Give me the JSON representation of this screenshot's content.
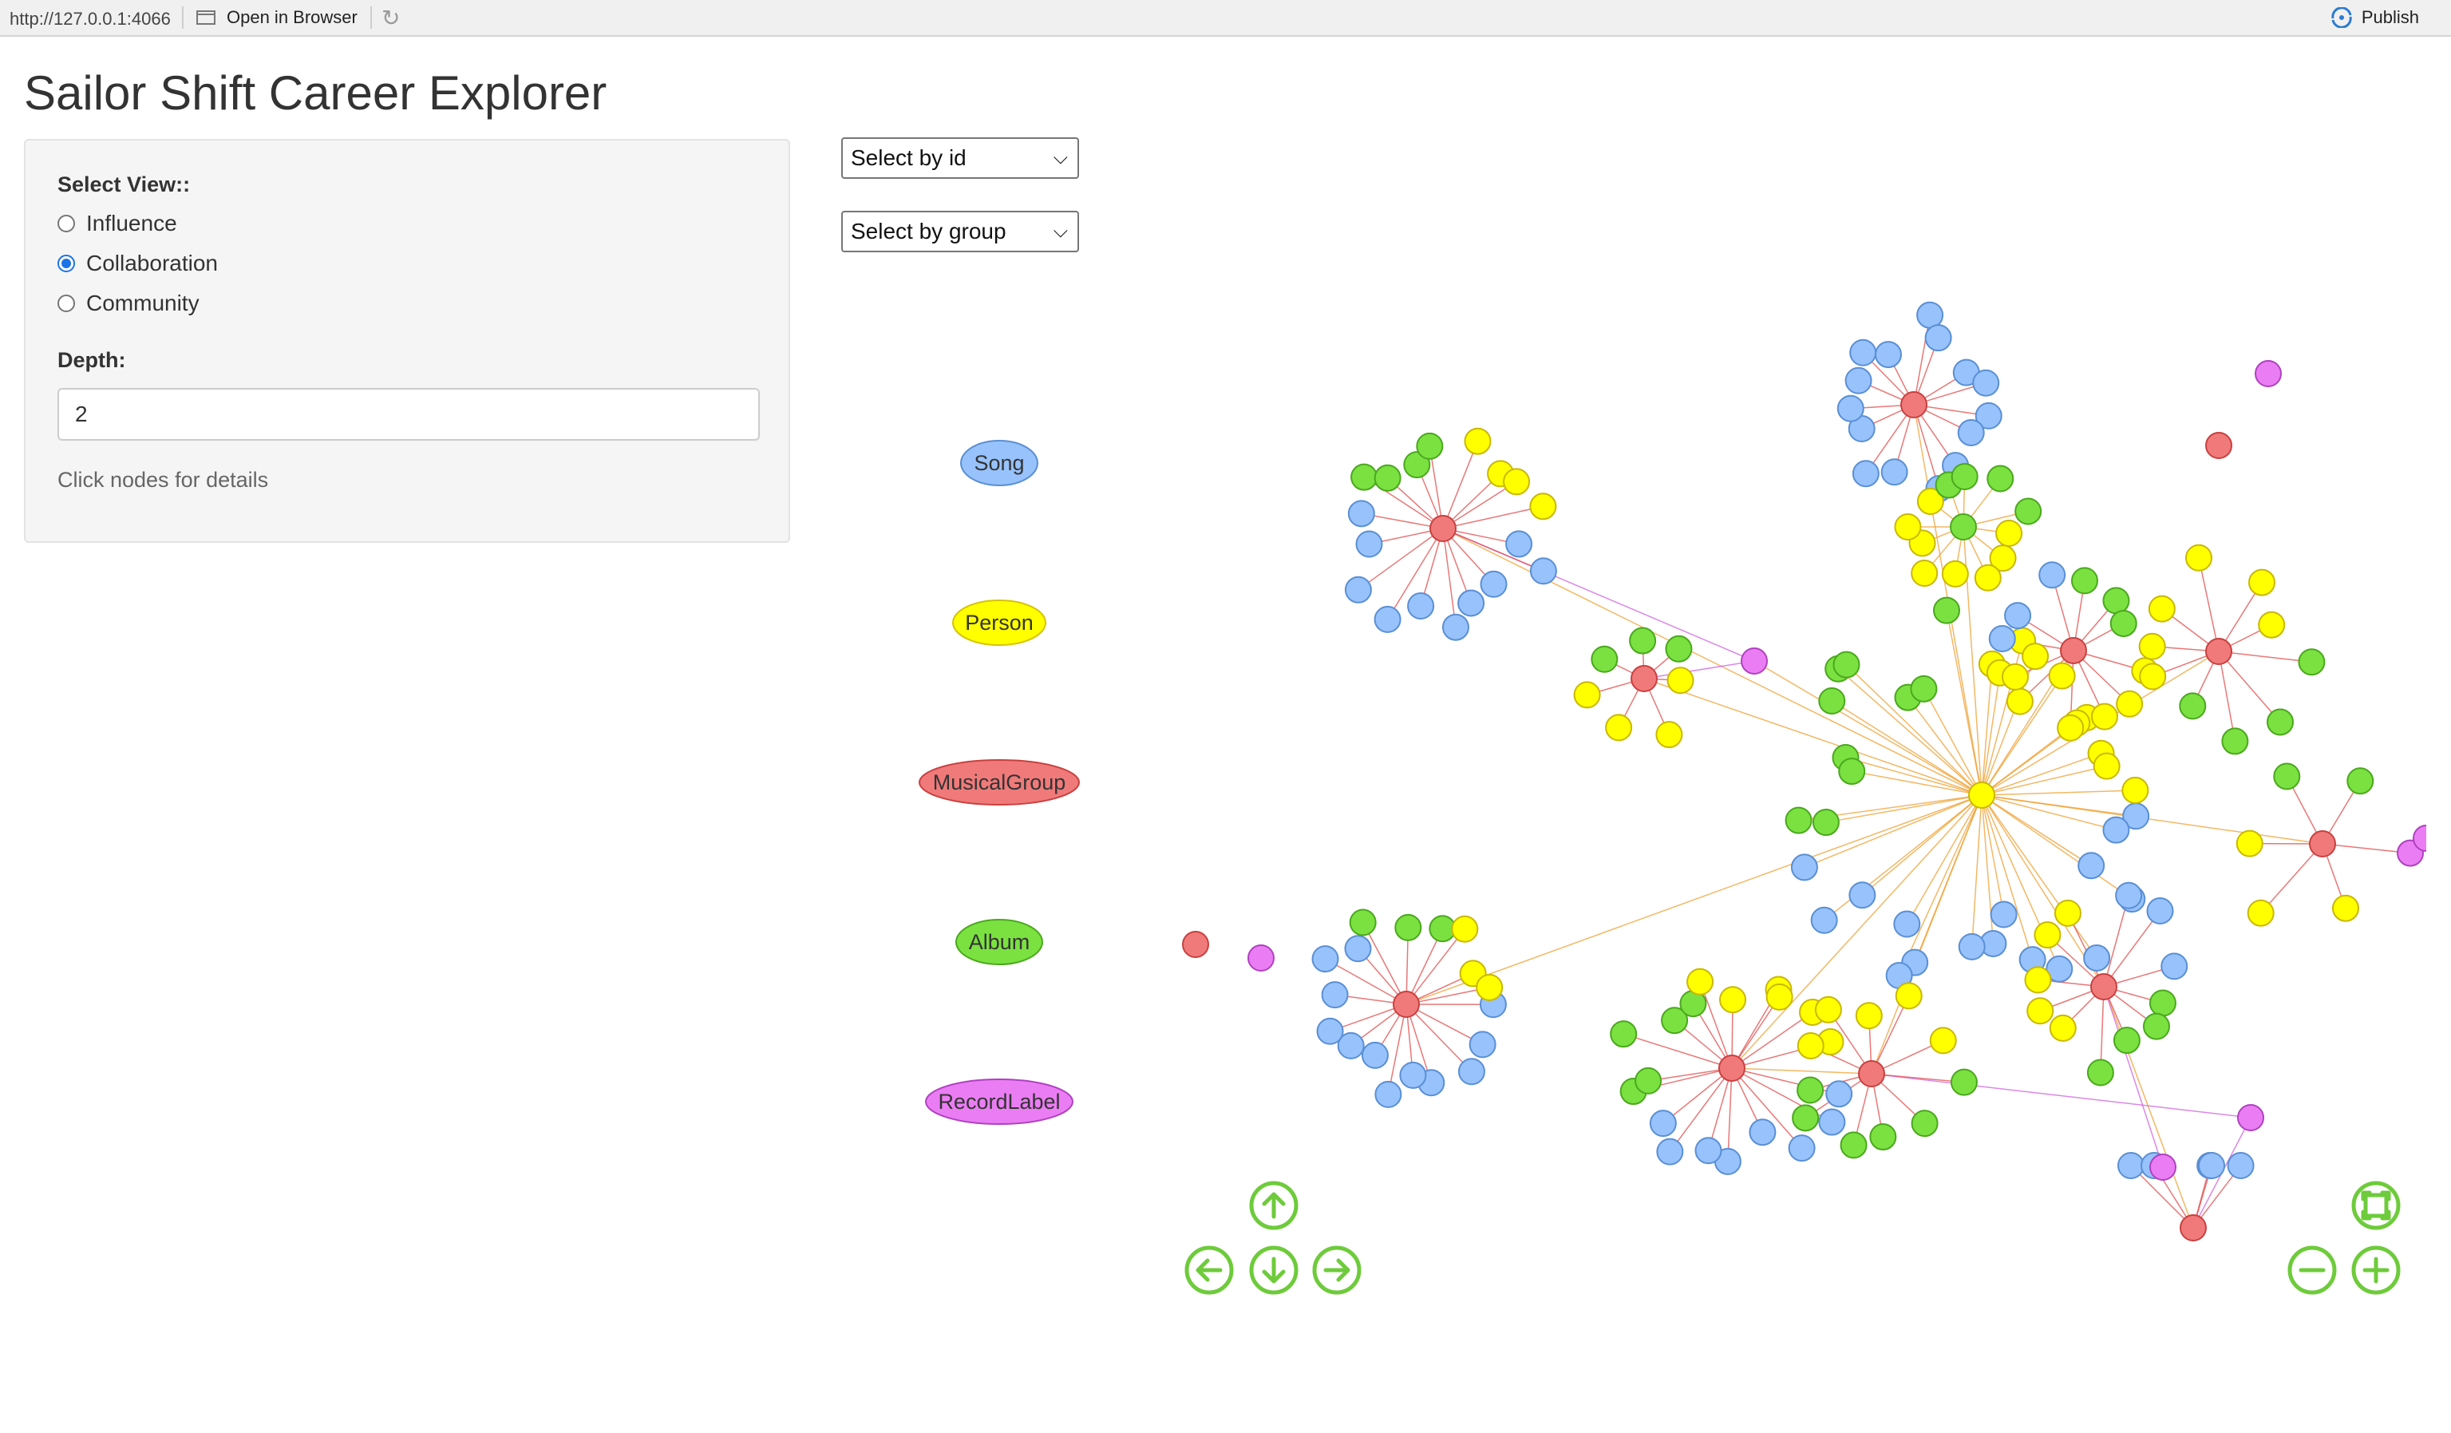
{
  "browser": {
    "url": "http://127.0.0.1:4066",
    "open_in_browser": "Open in Browser",
    "publish": "Publish"
  },
  "app": {
    "title": "Sailor Shift Career Explorer"
  },
  "sidebar": {
    "view_label": "Select View::",
    "view_options": [
      {
        "label": "Influence",
        "selected": false
      },
      {
        "label": "Collaboration",
        "selected": true
      },
      {
        "label": "Community",
        "selected": false
      }
    ],
    "depth_label": "Depth:",
    "depth_value": "2",
    "hint": "Click nodes for details"
  },
  "selects": {
    "by_id": "Select by id",
    "by_group": "Select by group"
  },
  "legend": [
    {
      "label": "Song",
      "color": "#97c2fc"
    },
    {
      "label": "Person",
      "color": "#ffff00"
    },
    {
      "label": "MusicalGroup",
      "color": "#f07a7a"
    },
    {
      "label": "Album",
      "color": "#7be141"
    },
    {
      "label": "RecordLabel",
      "color": "#eb7df4"
    }
  ],
  "colors": {
    "song": "#97c2fc",
    "person": "#ffff00",
    "group": "#f07a7a",
    "album": "#7be141",
    "label": "#eb7df4",
    "nav": "#6ecb3b"
  },
  "nav_icons": [
    "arrow-up-icon",
    "arrow-left-icon",
    "arrow-down-icon",
    "arrow-right-icon",
    "zoom-fit-icon",
    "zoom-out-icon",
    "zoom-in-icon"
  ]
}
